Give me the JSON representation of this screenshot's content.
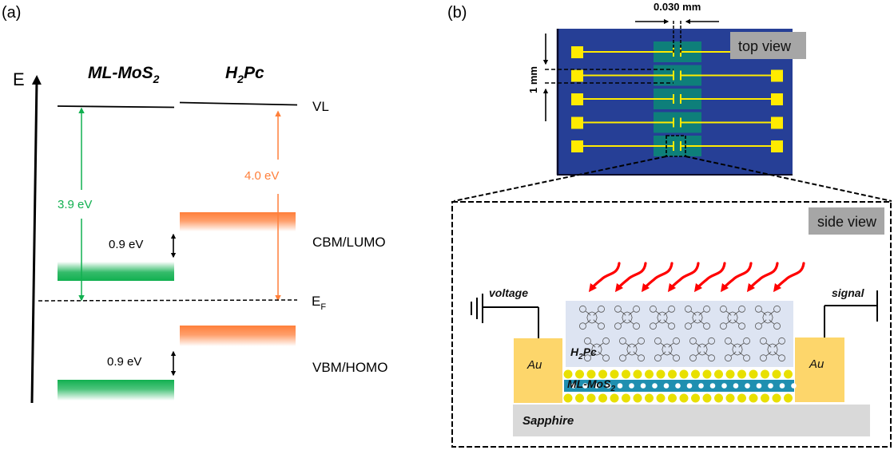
{
  "panel_a": {
    "label": "(a)",
    "axis_label": "E",
    "material_left": {
      "name": "ML-MoS",
      "subscript": "2"
    },
    "material_right": {
      "name_pre": "H",
      "subscript": "2",
      "name_post": "Pc"
    },
    "level_labels": {
      "vl": "VL",
      "cbm": "CBM/LUMO",
      "ef_main": "E",
      "ef_sub": "F",
      "vbm": "VBM/HOMO"
    },
    "energies": {
      "mos2_work_function": "3.9 eV",
      "h2pc_work_function": "4.0 eV",
      "cbm_offset": "0.9 eV",
      "vbm_offset": "0.9 eV"
    },
    "colors": {
      "mos2": "#11b050",
      "h2pc": "#ff7f3a"
    }
  },
  "panel_b": {
    "label": "(b)",
    "top_view": {
      "badge": "top view",
      "gap_dimension": "0.030 mm",
      "pitch_dimension": "1 mm",
      "device_count": 5,
      "colors": {
        "substrate": "#263f96",
        "channel": "#0e7f7a",
        "electrode": "#ffeb00"
      }
    },
    "side_view": {
      "badge": "side view",
      "voltage_label": "voltage",
      "signal_label": "signal",
      "electrode_left": "Au",
      "electrode_right": "Au",
      "organic_layer": {
        "pre": "H",
        "sub": "2",
        "post": "Pc"
      },
      "monolayer": {
        "pre": "ML-MoS",
        "sub": "2"
      },
      "substrate": "Sapphire",
      "light_arrow_count": 8,
      "colors": {
        "gold": "#fdd66b",
        "organic": "#dde4f2",
        "sapphire": "#d9d9d9",
        "light": "#ff0000",
        "sulfur": "#e8e000",
        "molybdenum": "#1f8fb0"
      }
    }
  }
}
